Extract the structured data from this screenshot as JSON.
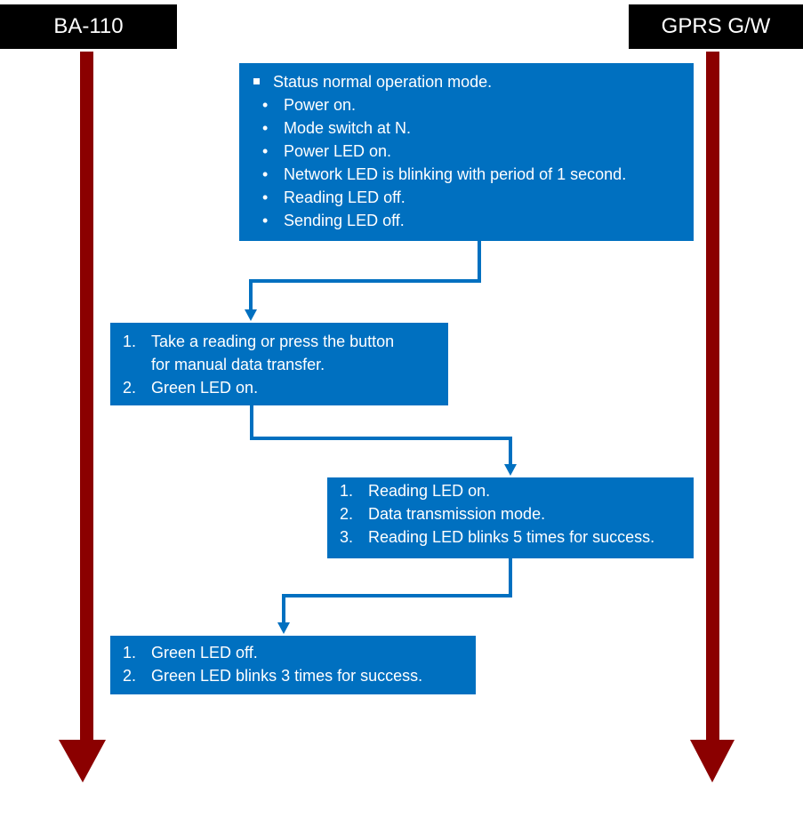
{
  "lanes": {
    "left": "BA-110",
    "right": "GPRS G/W"
  },
  "colors": {
    "box_fill": "#0070C0",
    "lifeline": "#8B0000",
    "connector": "#0070C0",
    "lane_label_bg": "#000000"
  },
  "status_box": {
    "heading": "Status normal operation mode.",
    "items": [
      "Power on.",
      "Mode switch at N.",
      "Power LED on.",
      "Network LED is blinking with period of 1 second.",
      "Reading LED off.",
      "Sending LED off."
    ]
  },
  "reading_box": {
    "items": [
      {
        "num": "1.",
        "line1": "Take a reading or press the button",
        "line2": "for manual data transfer."
      },
      {
        "num": "2.",
        "line1": "Green LED on."
      }
    ]
  },
  "transmission_box": {
    "items": [
      {
        "num": "1.",
        "text": "Reading LED on."
      },
      {
        "num": "2.",
        "text": "Data transmission mode."
      },
      {
        "num": "3.",
        "text": "Reading LED blinks 5 times for success."
      }
    ]
  },
  "done_box": {
    "items": [
      {
        "num": "1.",
        "text": "Green LED off."
      },
      {
        "num": "2.",
        "text": "Green LED blinks 3 times for success."
      }
    ]
  }
}
